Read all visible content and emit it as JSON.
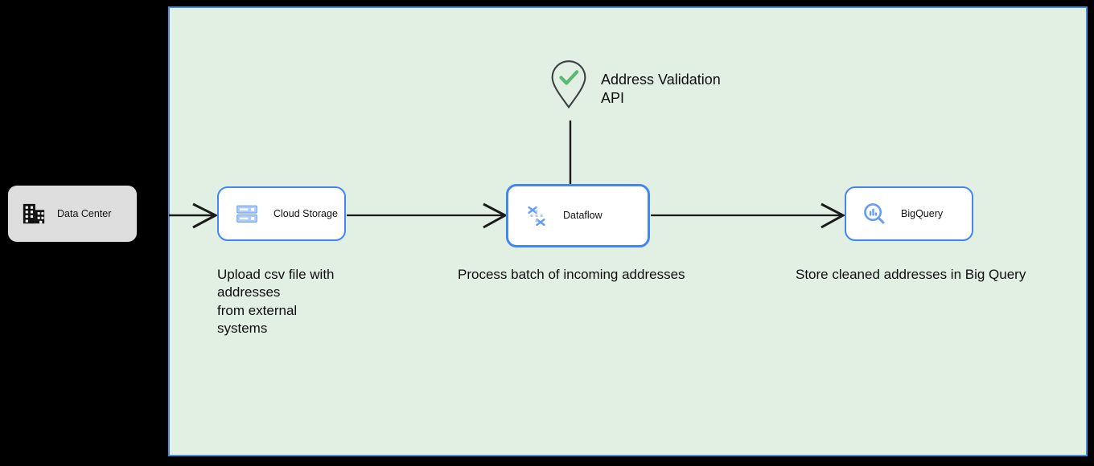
{
  "canvas": {
    "background_color": "#e2efe3",
    "border_color": "#4a90d9"
  },
  "external": {
    "data_center": {
      "label": "Data Center",
      "icon": "office-building-icon",
      "background_color": "#dedede"
    }
  },
  "services": [
    {
      "id": "cloud-storage",
      "label": "Cloud Storage",
      "icon": "cloud-storage-icon",
      "border_color": "#4285f4",
      "caption": "Upload csv file with\naddresses\nfrom external\nsystems"
    },
    {
      "id": "dataflow",
      "label": "Dataflow",
      "icon": "dataflow-icon",
      "border_color": "#4285f4",
      "caption": "Process batch of incoming addresses"
    },
    {
      "id": "bigquery",
      "label": "BigQuery",
      "icon": "bigquery-icon",
      "border_color": "#4285f4",
      "caption": "Store cleaned addresses in Big Query"
    }
  ],
  "api_node": {
    "label": "Address Validation\nAPI",
    "icon": "map-pin-check-icon",
    "check_color": "#5bb974",
    "pin_color": "#3c4043"
  },
  "connectors": [
    {
      "id": "datacenter-to-storage",
      "from": "data-center",
      "to": "cloud-storage",
      "style": "arrow"
    },
    {
      "id": "storage-to-dataflow",
      "from": "cloud-storage",
      "to": "dataflow",
      "style": "arrow"
    },
    {
      "id": "dataflow-to-bigquery",
      "from": "dataflow",
      "to": "bigquery",
      "style": "arrow"
    },
    {
      "id": "api-to-dataflow",
      "from": "api_node",
      "to": "dataflow",
      "style": "line"
    }
  ]
}
